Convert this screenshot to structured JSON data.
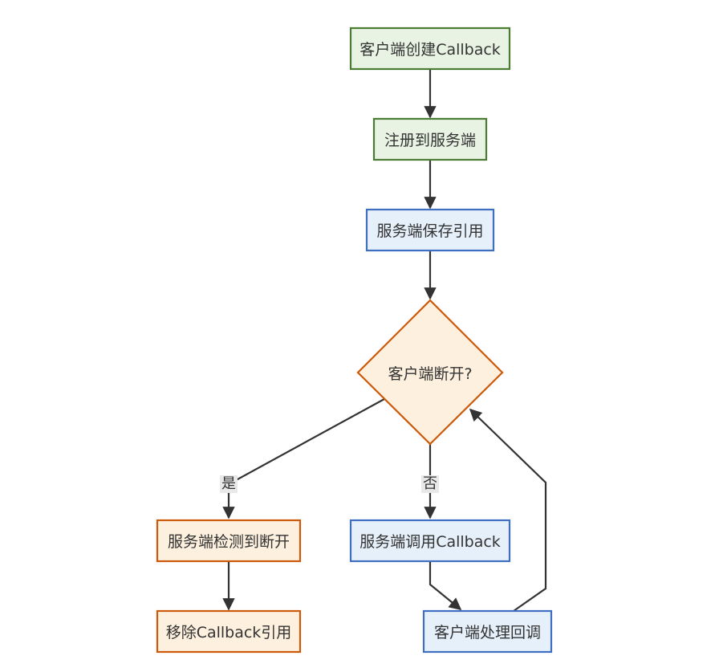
{
  "nodes": {
    "client_create": {
      "label": "客户端创建Callback",
      "fill": "#e9f3e3",
      "stroke": "#4a7c34"
    },
    "register": {
      "label": "注册到服务端",
      "fill": "#e9f3e3",
      "stroke": "#4a7c34"
    },
    "server_save": {
      "label": "服务端保存引用",
      "fill": "#e6f0fb",
      "stroke": "#3f6fc0"
    },
    "decision": {
      "label": "客户端断开?",
      "fill": "#fdf0de",
      "stroke": "#cc5a0a"
    },
    "server_detect": {
      "label": "服务端检测到断开",
      "fill": "#fdf0de",
      "stroke": "#cc5a0a"
    },
    "remove": {
      "label": "移除Callback引用",
      "fill": "#fdf0de",
      "stroke": "#cc5a0a"
    },
    "server_call": {
      "label": "服务端调用Callback",
      "fill": "#e6f0fb",
      "stroke": "#3f6fc0"
    },
    "client_handle": {
      "label": "客户端处理回调",
      "fill": "#e6f0fb",
      "stroke": "#3f6fc0"
    }
  },
  "edges": {
    "yes_label": "是",
    "no_label": "否",
    "color": "#333333"
  }
}
